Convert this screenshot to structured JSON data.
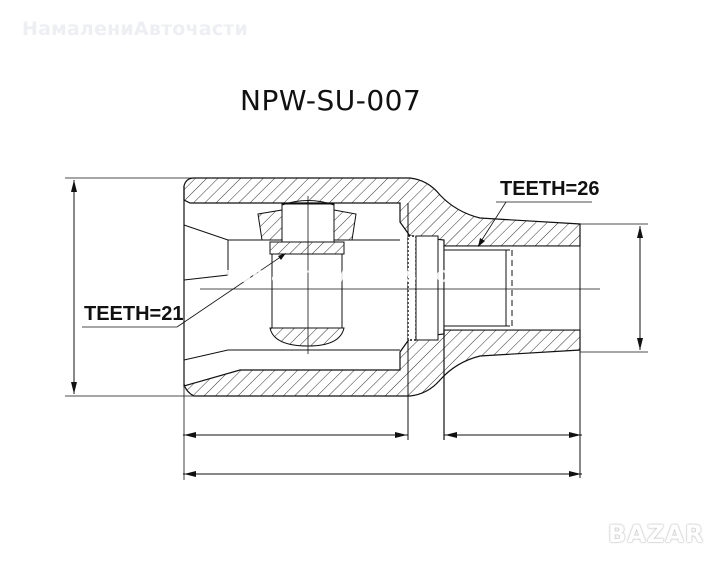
{
  "watermark_top": "НамалениАвточасти",
  "title": "NPW-SU-007",
  "labels": {
    "teeth_outer": "TEETH=26",
    "teeth_inner": "TEETH=21"
  },
  "watermark_center": "namaleniavtochasti.com",
  "watermark_corner": "BAZAR",
  "colors": {
    "line": "#111111",
    "hatch": "#333333",
    "background": "#ffffff"
  }
}
